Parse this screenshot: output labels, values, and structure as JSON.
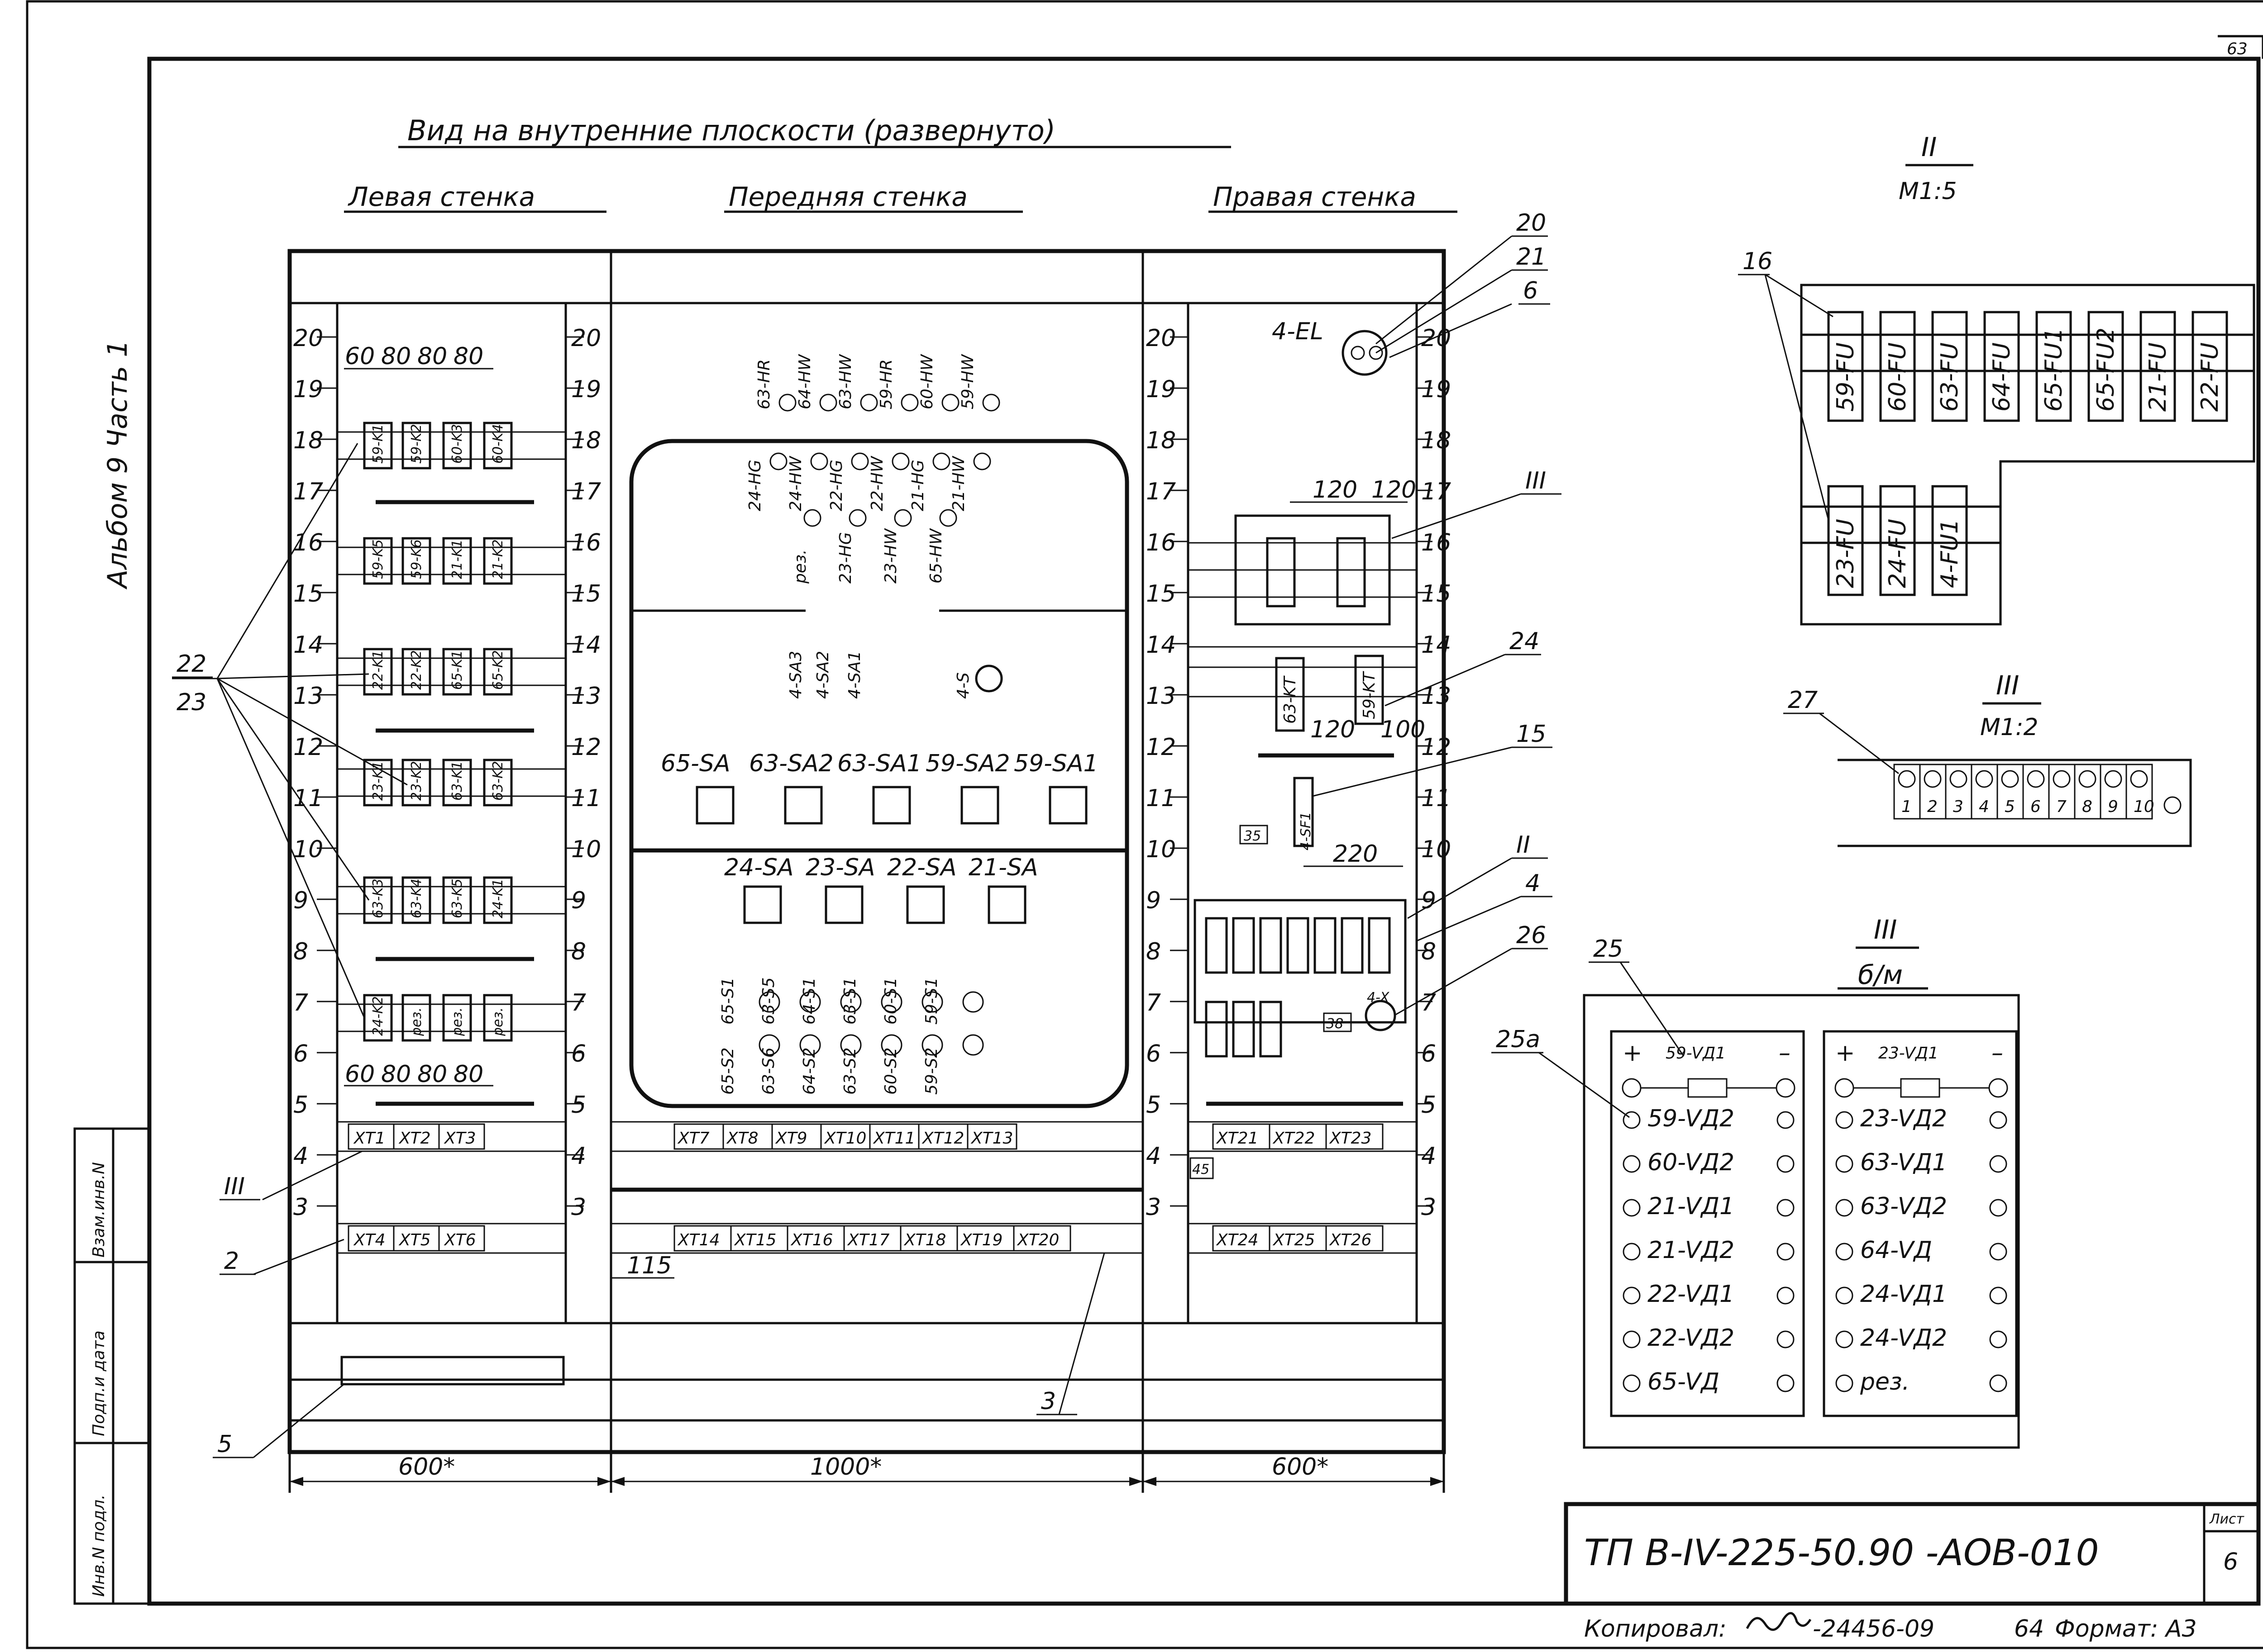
{
  "sheet": {
    "title": "Вид на внутренние плоскости (развернуто)",
    "corner_number": "63",
    "album_side": "Альбом 9  Часть 1",
    "stamp_designation": "ТП В-IV-225-50.90  -АОВ-010",
    "sheet_label": "Лист",
    "sheet_no": "6",
    "copied": "Копировал: ",
    "copied_code": "-24456-09",
    "copied_code2": "64",
    "format": "Формат: А3",
    "side_labels": [
      "Взам.инв.N",
      "Подп.и дата",
      "Инв.N подл."
    ]
  },
  "walls": {
    "left": "Левая стенка",
    "front": "Передняя стенка",
    "right": "Правая стенка",
    "width_left": "600*",
    "width_front": "1000*",
    "width_right": "600*"
  },
  "rows": [
    "20",
    "19",
    "18",
    "17",
    "16",
    "15",
    "14",
    "13",
    "12",
    "11",
    "10",
    "9",
    "8",
    "7",
    "6",
    "5",
    "4",
    "3"
  ],
  "left_wall": {
    "dims_top": [
      "60",
      "80",
      "80",
      "80"
    ],
    "dims_bottom": [
      "60",
      "80",
      "80",
      "80"
    ],
    "relays": [
      [
        "59-K1",
        "59-K2",
        "60-K3",
        "60-K4"
      ],
      [
        "59-K5",
        "59-K6",
        "21-K1",
        "21-K2"
      ],
      [
        "22-K1",
        "22-K2",
        "65-K1",
        "65-K2"
      ],
      [
        "23-K1",
        "23-K2",
        "63-K1",
        "63-K2"
      ],
      [
        "63-K3",
        "63-K4",
        "63-K5",
        "24-K1"
      ],
      [
        "24-K2",
        "рез.",
        "рез.",
        "рез."
      ]
    ],
    "terminals_top": [
      "XT1",
      "XT2",
      "XT3"
    ],
    "terminals_bottom": [
      "XT4",
      "XT5",
      "XT6"
    ]
  },
  "front_wall": {
    "lamps_row1": [
      "63-HR",
      "64-HW",
      "63-HW",
      "59-HR",
      "60-HW",
      "59-HW"
    ],
    "lamps_row2": [
      "24-HG",
      "24-HW",
      "22-HG",
      "22-HW",
      "21-HG",
      "21-HW"
    ],
    "lamps_row3": [
      "рез.",
      "23-HG",
      "23-HW",
      "65-HW"
    ],
    "switches_small": [
      "4-SA3",
      "4-SA2",
      "4-SA1",
      "4-S"
    ],
    "switches_row1": [
      "65-SA",
      "63-SA2",
      "63-SA1",
      "59-SA2",
      "59-SA1"
    ],
    "switches_row2": [
      "24-SA",
      "23-SA",
      "22-SA",
      "21-SA"
    ],
    "buttons_row1": [
      "65-S1",
      "63-S5",
      "64-S1",
      "63-S1",
      "60-S1",
      "59-S1"
    ],
    "buttons_row2": [
      "65-S2",
      "63-S6",
      "64-S2",
      "63-S2",
      "60-S2",
      "59-S2"
    ],
    "terminals_top": [
      "XT7",
      "XT8",
      "XT9",
      "XT10",
      "XT11",
      "XT12",
      "XT13"
    ],
    "terminals_bottom": [
      "XT14",
      "XT15",
      "XT16",
      "XT17",
      "XT18",
      "XT19",
      "XT20"
    ],
    "dim_115": "115"
  },
  "right_wall": {
    "lamp": "4-EL",
    "dims_120": [
      "120",
      "120"
    ],
    "relays": [
      "63-KT",
      "59-KT"
    ],
    "dims_lower": [
      "120",
      "100"
    ],
    "breaker": "4-SF1",
    "dim_35": "35",
    "dim_220": "220",
    "dim_38": "38",
    "socket": "4-X",
    "dim_45": "45",
    "terminals_top": [
      "XT21",
      "XT22",
      "XT23"
    ],
    "terminals_bottom": [
      "XT24",
      "XT25",
      "XT26"
    ]
  },
  "callouts": {
    "n20": "20",
    "n21": "21",
    "n6": "6",
    "n3roman": "III",
    "n24": "24",
    "n15": "15",
    "n2roman": "II",
    "n4": "4",
    "n26": "26",
    "n22": "22",
    "n23": "23",
    "n3r_left": "III",
    "n2": "2",
    "n5": "5",
    "n3": "3"
  },
  "detail_II": {
    "title": "II",
    "scale": "М1:5",
    "callout": "16",
    "fuses_top": [
      "59-FU",
      "60-FU",
      "63-FU",
      "64-FU",
      "65-FU1",
      "65-FU2",
      "21-FU",
      "22-FU"
    ],
    "fuses_bottom": [
      "23-FU",
      "24-FU",
      "4-FU1"
    ]
  },
  "detail_III_12": {
    "title": "III",
    "scale": "М1:2",
    "callout": "27",
    "terminals": [
      "1",
      "2",
      "3",
      "4",
      "5",
      "6",
      "7",
      "8",
      "9",
      "10"
    ]
  },
  "detail_III_bm": {
    "title": "III",
    "scale": "б/м",
    "callout_a": "25",
    "callout_b": "25а",
    "board1_head": "59-VД1",
    "board1": [
      "59-VД2",
      "60-VД2",
      "21-VД1",
      "21-VД2",
      "22-VД1",
      "22-VД2",
      "65-VД"
    ],
    "board2_head": "23-VД1",
    "board2": [
      "23-VД2",
      "63-VД1",
      "63-VД2",
      "64-VД",
      "24-VД1",
      "24-VД2",
      "рез."
    ],
    "plus": "+",
    "minus": "–"
  }
}
